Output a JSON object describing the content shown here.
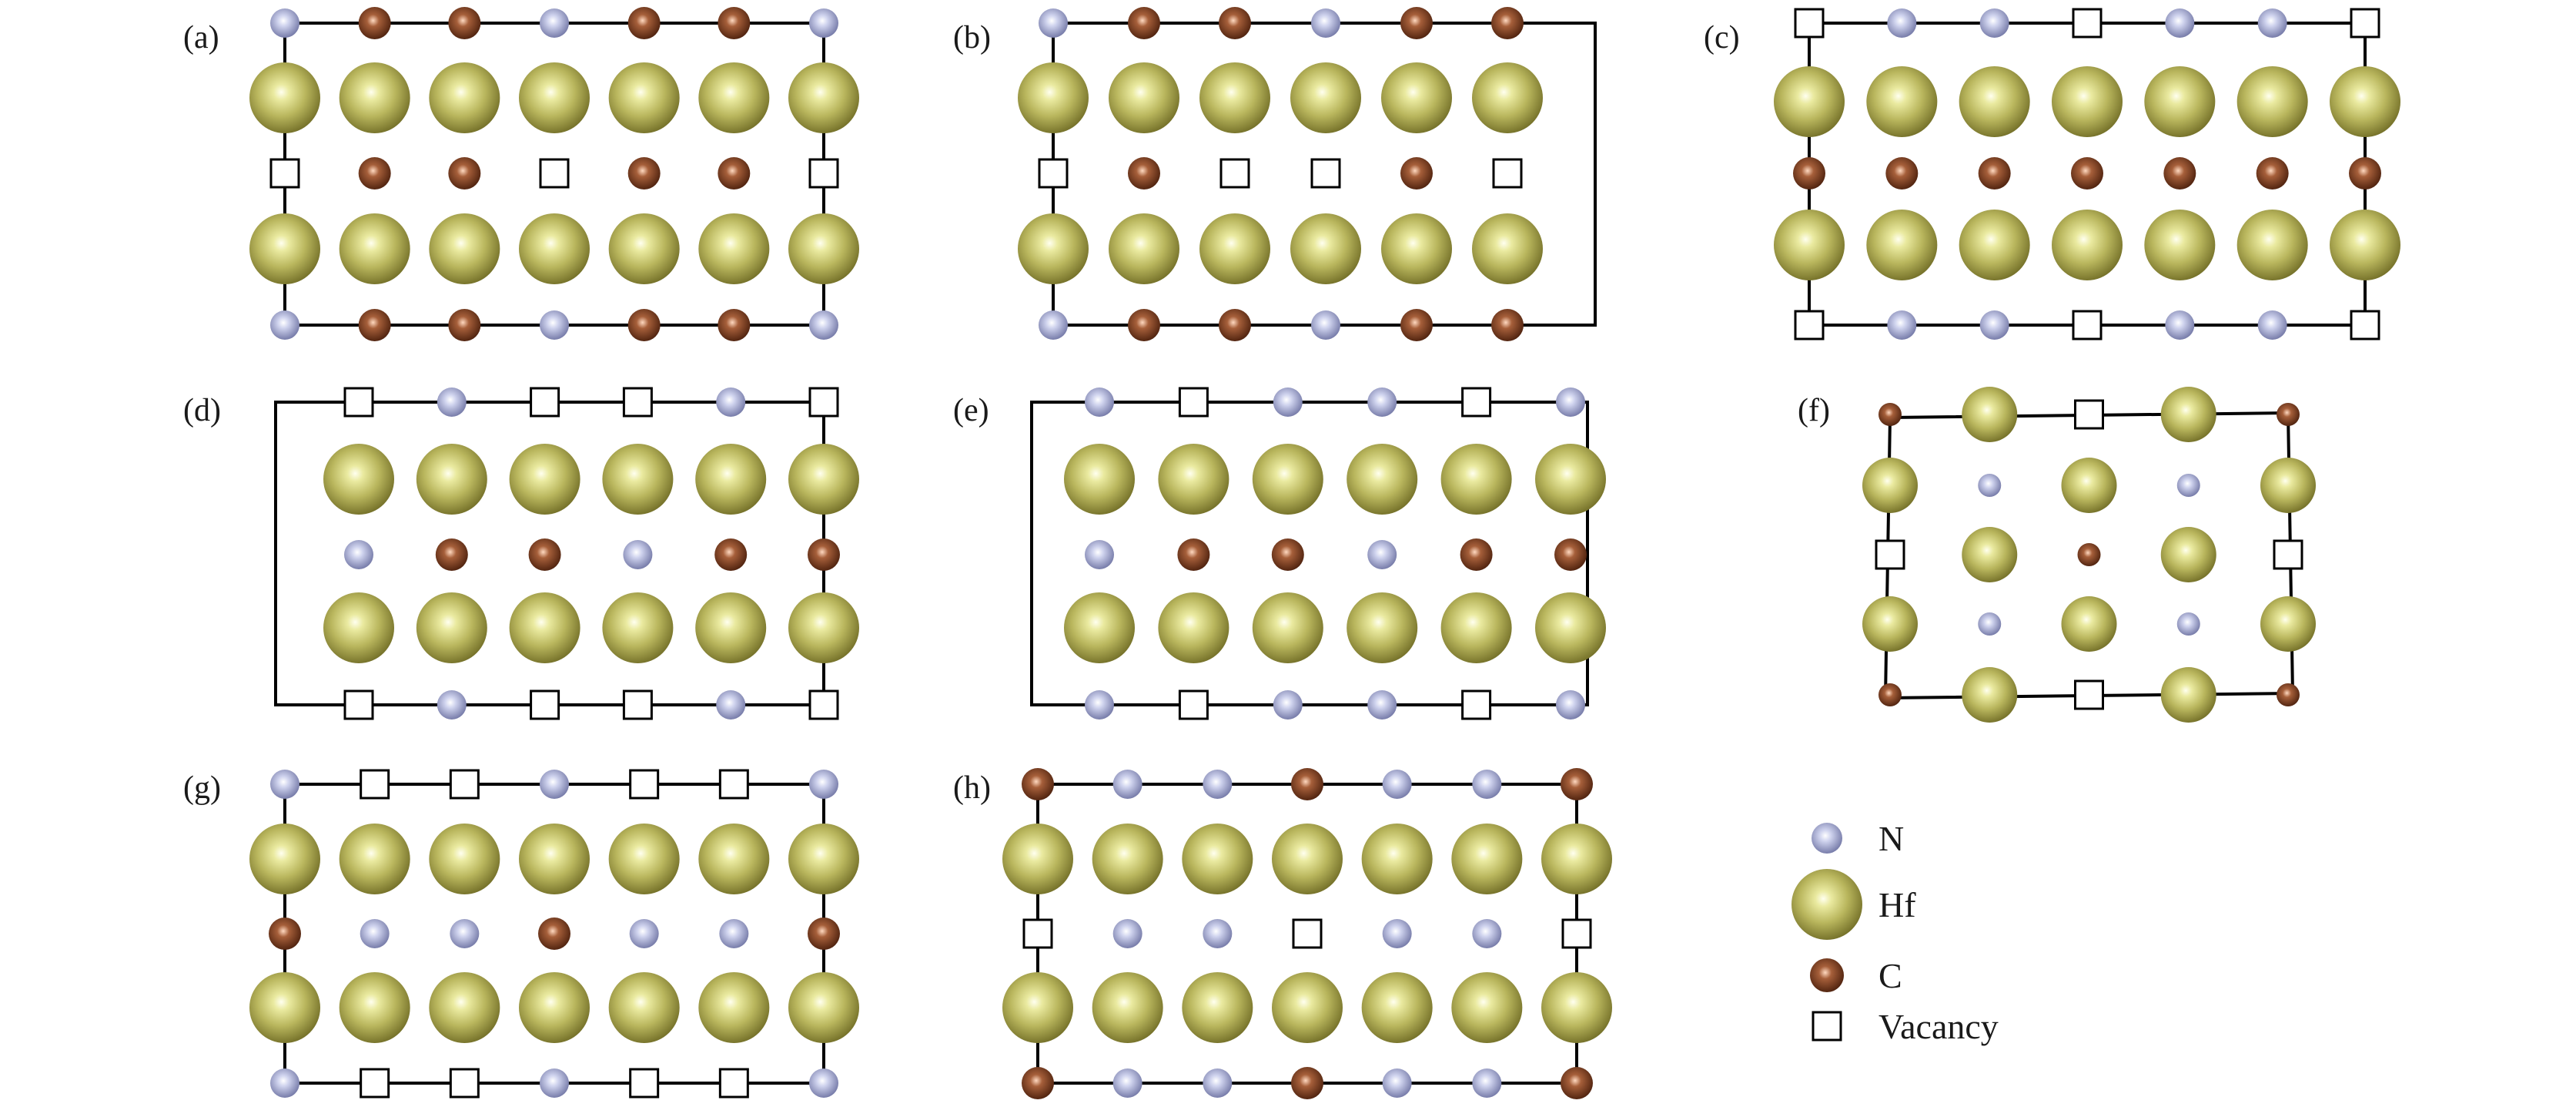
{
  "panels": [
    {
      "label": "(a)",
      "top_row": [
        "N",
        "C",
        "C",
        "N",
        "C",
        "C",
        "N"
      ],
      "row2": [
        "Hf",
        "Hf",
        "Hf",
        "Hf",
        "Hf",
        "Hf",
        "Hf"
      ],
      "mid_row": [
        "V",
        "C",
        "C",
        "V",
        "C",
        "C",
        "V"
      ],
      "row4": [
        "Hf",
        "Hf",
        "Hf",
        "Hf",
        "Hf",
        "Hf",
        "Hf"
      ],
      "bottom_row": [
        "N",
        "C",
        "C",
        "N",
        "C",
        "C",
        "N"
      ]
    },
    {
      "label": "(b)",
      "top_row": [
        "N",
        "C",
        "C",
        "N",
        "C",
        "C"
      ],
      "row2": [
        "Hf",
        "Hf",
        "Hf",
        "Hf",
        "Hf",
        "Hf"
      ],
      "mid_row": [
        "V",
        "C",
        "V",
        "V",
        "C",
        "V"
      ],
      "row4": [
        "Hf",
        "Hf",
        "Hf",
        "Hf",
        "Hf",
        "Hf"
      ],
      "bottom_row": [
        "N",
        "C",
        "C",
        "N",
        "C",
        "C"
      ]
    },
    {
      "label": "(c)",
      "top_row": [
        "V",
        "N",
        "N",
        "V",
        "N",
        "N",
        "V"
      ],
      "row2": [
        "Hf",
        "Hf",
        "Hf",
        "Hf",
        "Hf",
        "Hf",
        "Hf"
      ],
      "mid_row": [
        "C",
        "C",
        "C",
        "C",
        "C",
        "C",
        "C"
      ],
      "row4": [
        "Hf",
        "Hf",
        "Hf",
        "Hf",
        "Hf",
        "Hf",
        "Hf"
      ],
      "bottom_row": [
        "V",
        "N",
        "N",
        "V",
        "N",
        "N",
        "V"
      ]
    },
    {
      "label": "(d)",
      "top_row": [
        "V",
        "N",
        "V",
        "V",
        "N",
        "V"
      ],
      "row2": [
        "Hf",
        "Hf",
        "Hf",
        "Hf",
        "Hf",
        "Hf"
      ],
      "mid_row": [
        "N",
        "C",
        "C",
        "N",
        "C",
        "C"
      ],
      "row4": [
        "Hf",
        "Hf",
        "Hf",
        "Hf",
        "Hf",
        "Hf"
      ],
      "bottom_row": [
        "V",
        "N",
        "V",
        "V",
        "N",
        "V"
      ]
    },
    {
      "label": "(e)",
      "top_row": [
        "N",
        "V",
        "N",
        "N",
        "V",
        "N"
      ],
      "row2": [
        "Hf",
        "Hf",
        "Hf",
        "Hf",
        "Hf",
        "Hf"
      ],
      "mid_row": [
        "N",
        "C",
        "C",
        "N",
        "C",
        "C"
      ],
      "row4": [
        "Hf",
        "Hf",
        "Hf",
        "Hf",
        "Hf",
        "Hf"
      ],
      "bottom_row": [
        "N",
        "V",
        "N",
        "N",
        "V",
        "N"
      ]
    },
    {
      "label": "(f)",
      "top_row": [
        "C",
        "Hf",
        "V",
        "Hf",
        "C"
      ],
      "row2": [
        "Hf",
        "N",
        "Hf",
        "N",
        "Hf"
      ],
      "mid_row": [
        "V",
        "Hf",
        "C",
        "Hf",
        "V"
      ],
      "row4": [
        "Hf",
        "N",
        "Hf",
        "N",
        "Hf"
      ],
      "bottom_row": [
        "C",
        "Hf",
        "V",
        "Hf",
        "C"
      ]
    },
    {
      "label": "(g)",
      "top_row": [
        "N",
        "V",
        "V",
        "N",
        "V",
        "V",
        "N"
      ],
      "row2": [
        "Hf",
        "Hf",
        "Hf",
        "Hf",
        "Hf",
        "Hf",
        "Hf"
      ],
      "mid_row": [
        "C",
        "N",
        "N",
        "C",
        "N",
        "N",
        "C"
      ],
      "row4": [
        "Hf",
        "Hf",
        "Hf",
        "Hf",
        "Hf",
        "Hf",
        "Hf"
      ],
      "bottom_row": [
        "N",
        "V",
        "V",
        "N",
        "V",
        "V",
        "N"
      ]
    },
    {
      "label": "(h)",
      "top_row": [
        "C",
        "N",
        "N",
        "C",
        "N",
        "N",
        "C"
      ],
      "row2": [
        "Hf",
        "Hf",
        "Hf",
        "Hf",
        "Hf",
        "Hf",
        "Hf"
      ],
      "mid_row": [
        "V",
        "N",
        "N",
        "V",
        "N",
        "N",
        "V"
      ],
      "row4": [
        "Hf",
        "Hf",
        "Hf",
        "Hf",
        "Hf",
        "Hf",
        "Hf"
      ],
      "bottom_row": [
        "C",
        "N",
        "N",
        "C",
        "N",
        "N",
        "C"
      ]
    }
  ],
  "legend": {
    "n_label": "N",
    "hf_label": "Hf",
    "c_label": "C",
    "vacancy_label": "Vacancy"
  },
  "colors": {
    "N": "#aab0d6",
    "Hf": "#b8b45a",
    "C": "#8b4a2b",
    "vacancy_border": "#000000",
    "cell_line": "#000000"
  }
}
